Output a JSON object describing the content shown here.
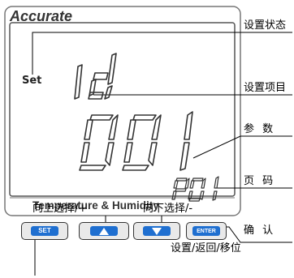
{
  "device": {
    "brand": "Accurate",
    "footer": "Temperature & Humidity",
    "set_indicator": "Set",
    "display": {
      "row1": "id",
      "row2": "001",
      "row3": "P.01"
    }
  },
  "callouts": {
    "set_state": "设置状态",
    "set_item": "设置项目",
    "param": "参 数",
    "page_code": "页 码",
    "confirm": "确 认",
    "up": "向上选择/+",
    "down": "向下选择/-",
    "set_back_shift": "设置/返回/移位"
  },
  "buttons": {
    "set": "SET",
    "enter": "ENTER",
    "up_icon": "up-triangle-icon",
    "down_icon": "down-triangle-icon"
  },
  "colors": {
    "button_face": "#1f6fd0",
    "button_shell": "#e9e9e9",
    "frame": "#555555"
  }
}
